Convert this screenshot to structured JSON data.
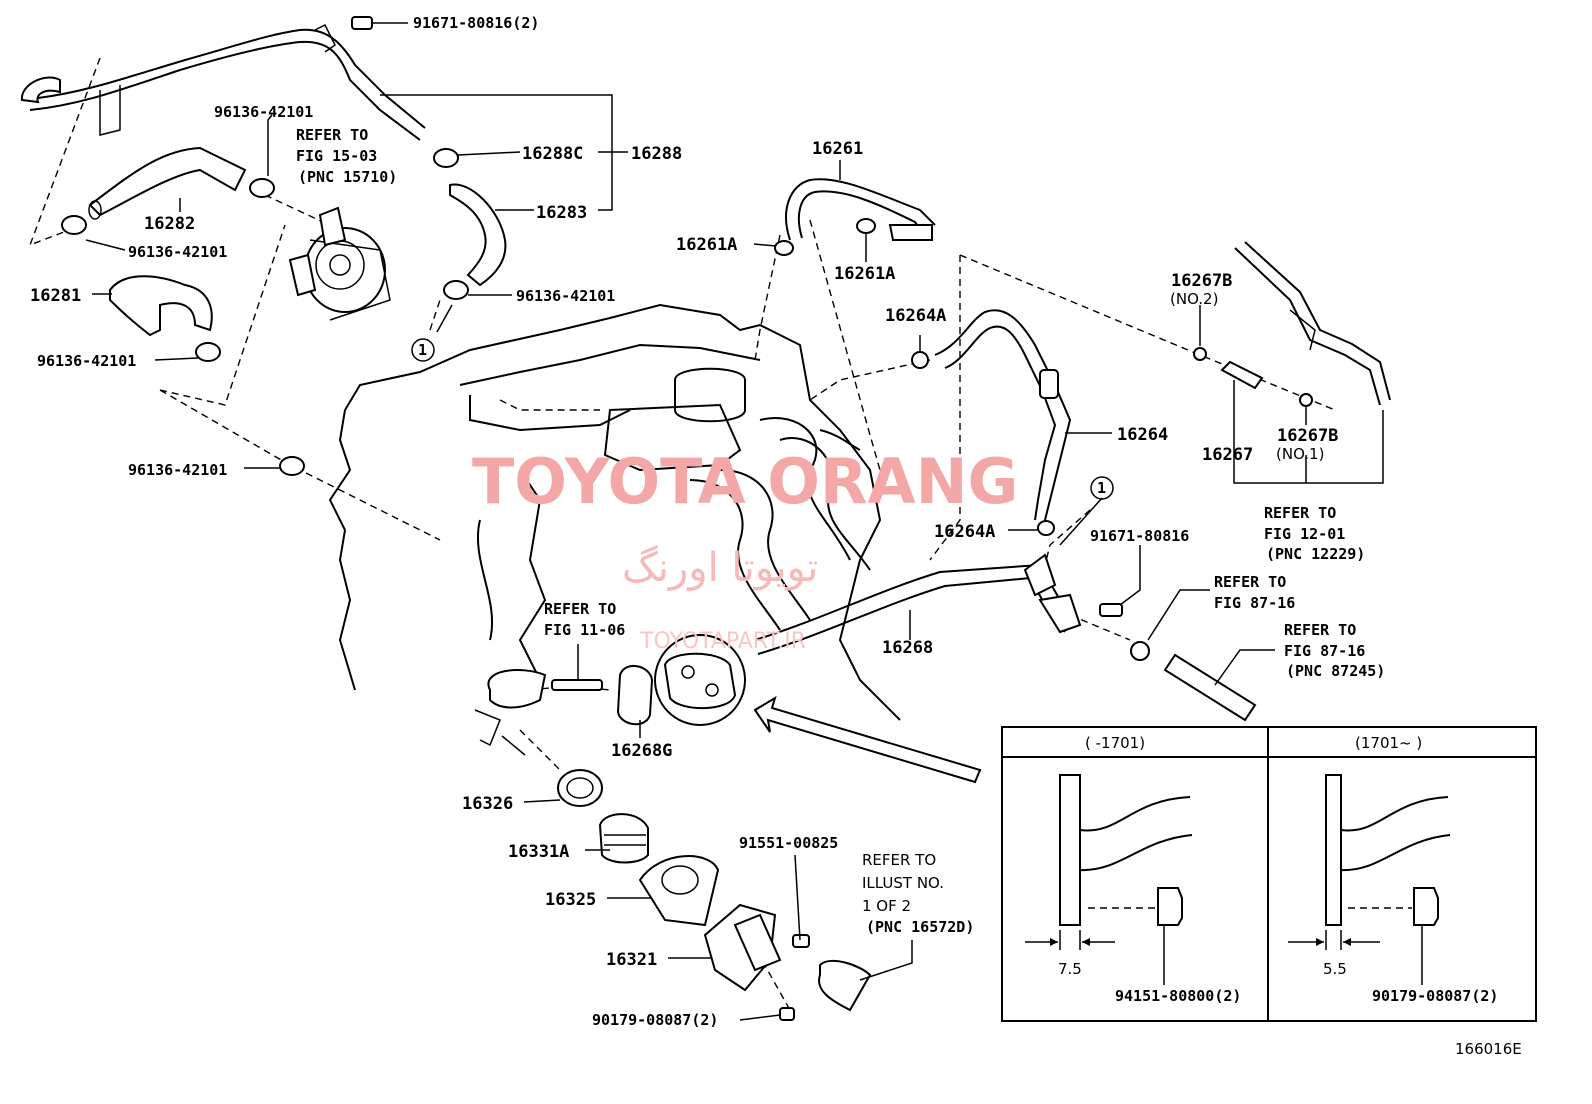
{
  "watermark": {
    "brand": "TOYOTA ORANG",
    "brand_fa": "تویوتا اورنگ",
    "site": "TOYOTAPART.IR"
  },
  "labels": {
    "p91671_top": "91671-80816(2)",
    "p96136_a": "96136-42101",
    "refer_15_03": [
      "REFER TO",
      "FIG 15-03",
      "(PNC 15710)"
    ],
    "p16288C": "16288C",
    "p16288": "16288",
    "p16283": "16283",
    "p16282": "16282",
    "p96136_b": "96136-42101",
    "p16281": "16281",
    "p96136_c": "96136-42101",
    "p96136_d": "96136-42101",
    "p96136_e": "96136-42101",
    "circle_1a": "1",
    "p16261": "16261",
    "p16261A_a": "16261A",
    "p16261A_b": "16261A",
    "p16264A_a": "16264A",
    "p16264": "16264",
    "p16264A_b": "16264A",
    "p16267B_a": "16267B",
    "no2": "(NO.2)",
    "p16267": "16267",
    "p16267B_b": "16267B",
    "no1": "(NO.1)",
    "refer_12_01": [
      "REFER TO",
      "FIG 12-01",
      "(PNC 12229)"
    ],
    "circle_1b": "1",
    "p91671_mid": "91671-80816",
    "refer_87_16a": [
      "REFER TO",
      "FIG 87-16"
    ],
    "refer_87_16b": [
      "REFER TO",
      "FIG 87-16",
      "(PNC 87245)"
    ],
    "refer_11_06": [
      "REFER TO",
      "FIG 11-06"
    ],
    "p16268": "16268",
    "p16268G": "16268G",
    "p16326": "16326",
    "p16331A": "16331A",
    "p16325": "16325",
    "p16321": "16321",
    "p91551": "91551-00825",
    "p90179_bottom": "90179-08087(2)",
    "refer_illust": [
      "REFER TO",
      "ILLUST NO.",
      "1 OF 2",
      "(PNC 16572D)"
    ],
    "figure_id": "166016E"
  },
  "inset": {
    "left_header": "(      -1701)",
    "right_header": "(1701~      )",
    "left_dim": "7.5",
    "right_dim": "5.5",
    "left_part": "94151-80800(2)",
    "right_part": "90179-08087(2)"
  }
}
